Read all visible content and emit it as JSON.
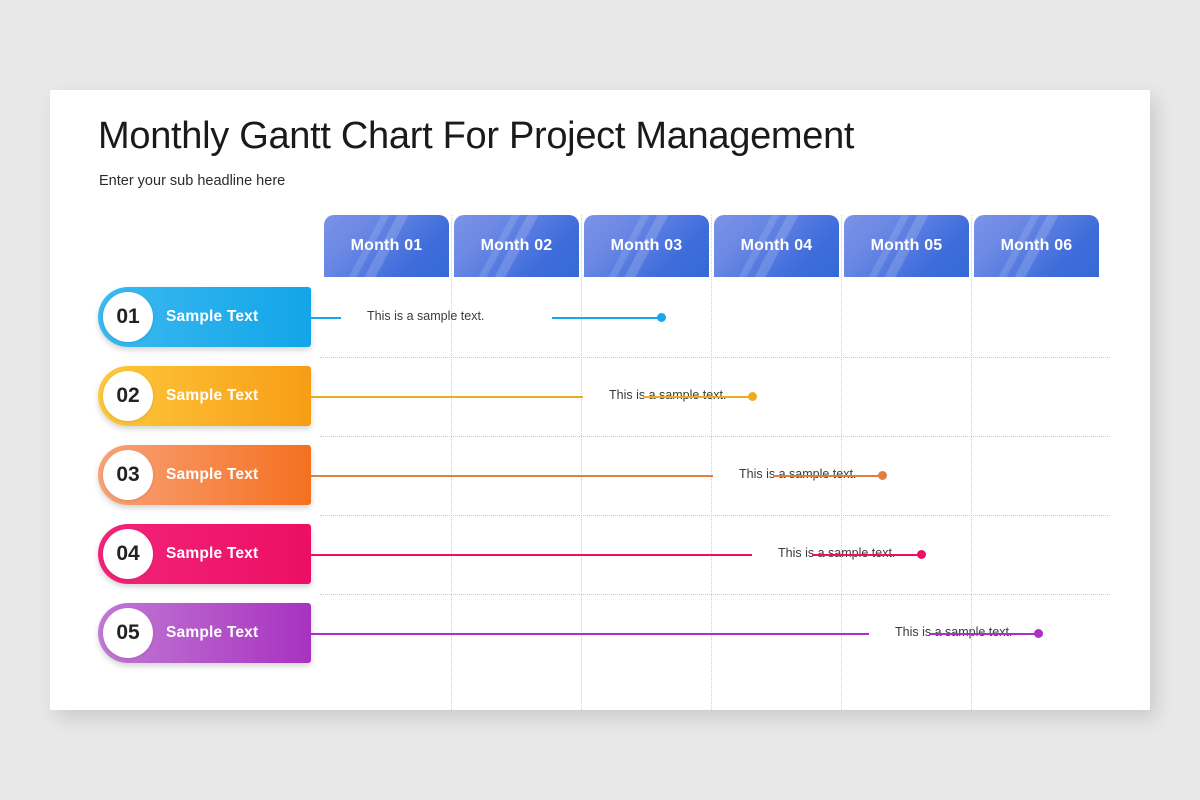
{
  "slide": {
    "title": "Monthly Gantt Chart For Project Management",
    "subtitle": "Enter your sub headline here",
    "background_color": "#e9e8e9",
    "card_color": "#ffffff"
  },
  "timeline": {
    "header_gradient_from": "#7b94e8",
    "header_gradient_to": "#3569d8",
    "columns": [
      {
        "label": "Month 01"
      },
      {
        "label": "Month 02"
      },
      {
        "label": "Month 03"
      },
      {
        "label": "Month 04"
      },
      {
        "label": "Month 05"
      },
      {
        "label": "Month 06"
      }
    ]
  },
  "chart_data": {
    "type": "bar",
    "title": "Monthly Gantt Chart For Project Management",
    "subtitle": "Enter your sub headline here",
    "xlabel": "",
    "ylabel": "",
    "categories": [
      "Month 01",
      "Month 02",
      "Month 03",
      "Month 04",
      "Month 05",
      "Month 06"
    ],
    "grid": true,
    "legend": "none",
    "tasks": [
      {
        "number": "01",
        "label": "Sample Text",
        "note": "This is a sample text.",
        "color_from": "#3cb9f0",
        "color_to": "#12a5e8",
        "line_color": "#15a9ea",
        "start_month": 1.0,
        "end_month": 3.6
      },
      {
        "number": "02",
        "label": "Sample Text",
        "note": "This is a sample text.",
        "color_from": "#fdc83c",
        "color_to": "#f79d16",
        "line_color": "#edab20",
        "start_month": 1.0,
        "end_month": 4.3
      },
      {
        "number": "03",
        "label": "Sample Text",
        "note": "This is a sample text.",
        "color_from": "#f9a177",
        "color_to": "#f4701f",
        "line_color": "#e0803f",
        "start_month": 1.0,
        "end_month": 5.3
      },
      {
        "number": "04",
        "label": "Sample Text",
        "note": "This is a sample text.",
        "color_from": "#f2247a",
        "color_to": "#ec0f63",
        "line_color": "#ec0f63",
        "start_month": 1.0,
        "end_month": 5.6
      },
      {
        "number": "05",
        "label": "Sample Text",
        "note": "This is a sample text.",
        "color_from": "#c07ad4",
        "color_to": "#a832c0",
        "line_color": "#ad30c4",
        "start_month": 1.0,
        "end_month": 6.5
      }
    ]
  }
}
